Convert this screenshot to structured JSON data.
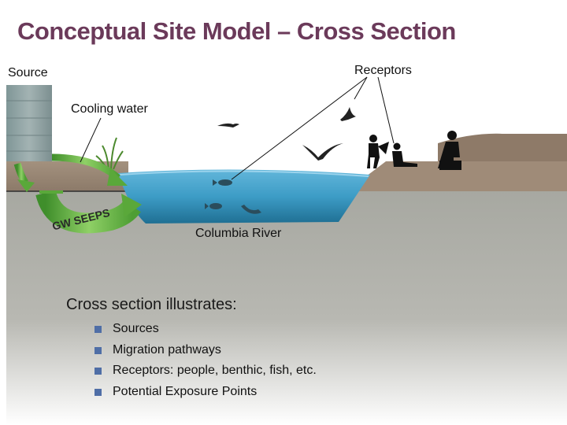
{
  "slide": {
    "title": "Conceptual Site Model – Cross Section"
  },
  "labels": {
    "source": "Source",
    "receptors": "Receptors",
    "cooling_water": "Cooling water",
    "gw_seeps": "GW SEEPS",
    "river": "Columbia River"
  },
  "bullets": {
    "heading": "Cross section illustrates:",
    "items": [
      "Sources",
      "Migration pathways",
      "Receptors: people, benthic, fish, etc.",
      "Potential Exposure Points"
    ]
  },
  "colors": {
    "title": "#6b3a5a",
    "ground": "#9c8a79",
    "subsurface": "#a3a39c",
    "water": "#3f9cc8",
    "arrow": "#5aa83a",
    "bullet": "#4f6ea6"
  },
  "icons": [
    "bird-icon",
    "fish-icon",
    "person-icon",
    "grass-icon"
  ]
}
